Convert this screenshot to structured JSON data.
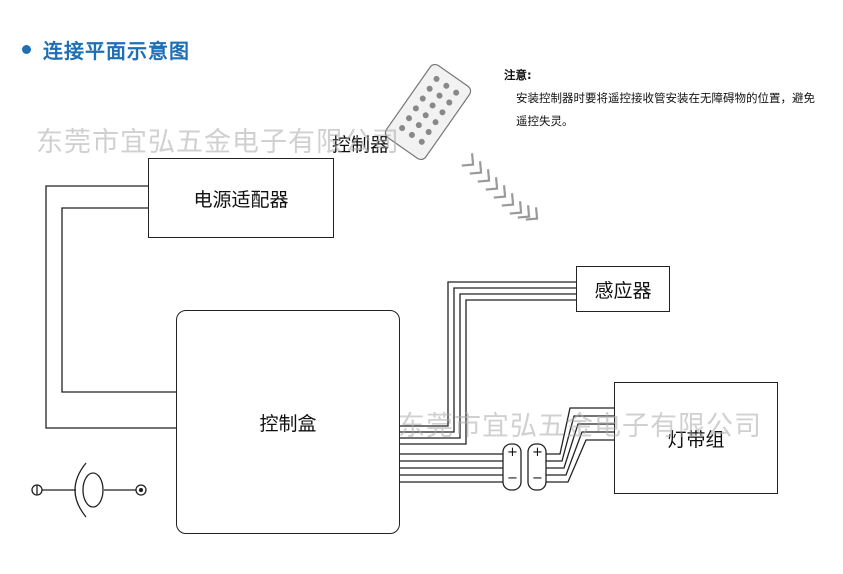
{
  "header": {
    "title": "连接平面示意图"
  },
  "note": {
    "title": "注意:",
    "body": "安装控制器时要将遥控接收管安装在无障碍物的位置，避免遥控失灵。"
  },
  "labels": {
    "remote": "控制器",
    "power_adapter": "电源适配器",
    "sensor": "感应器",
    "control_box": "控制盒",
    "light_strip": "灯带组"
  },
  "connector": {
    "plus": "+",
    "minus": "−"
  },
  "watermark": "东莞市宜弘五金电子有限公司",
  "colors": {
    "accent": "#1f6fb5",
    "line": "#222222"
  },
  "icons": [
    "remote-control-icon",
    "signal-chevrons-icon",
    "bulb-symbol-icon",
    "connector-icon"
  ]
}
